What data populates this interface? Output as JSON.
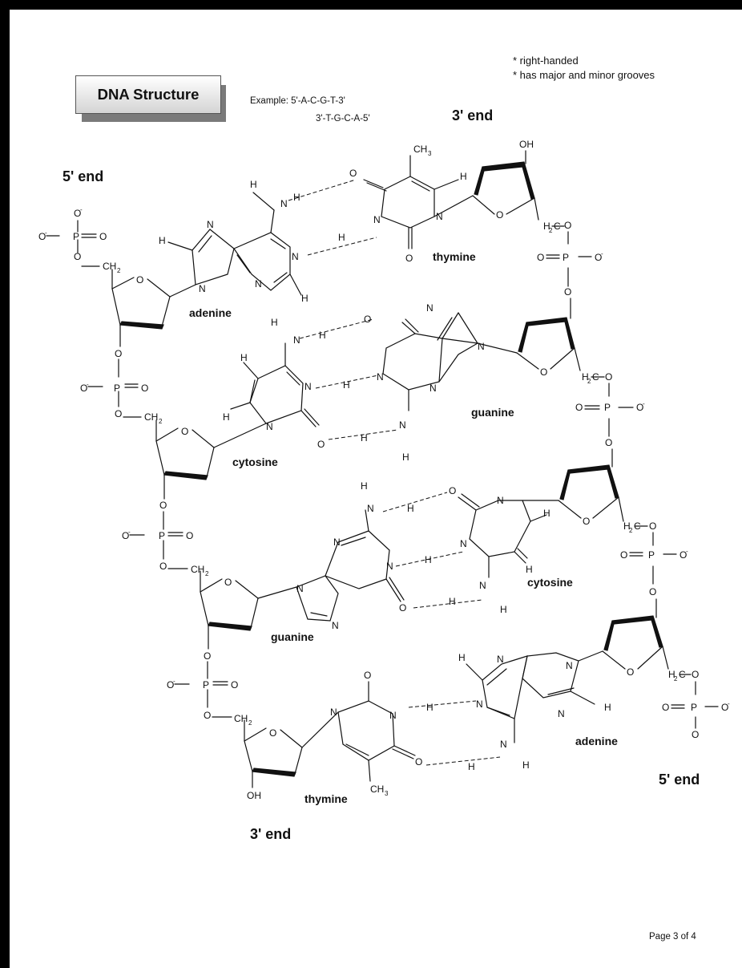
{
  "title": "DNA Structure",
  "example": {
    "prefix": "Example:",
    "strand1": "5'-A-C-G-T-3'",
    "strand2": "3'-T-G-C-A-5'"
  },
  "notes": [
    "* right-handed",
    "* has major and minor grooves"
  ],
  "ends": {
    "top_right": "3' end",
    "top_left": "5' end",
    "bottom_right": "5' end",
    "bottom_left": "3' end"
  },
  "bases": {
    "left": [
      "adenine",
      "cytosine",
      "guanine",
      "thymine"
    ],
    "right": [
      "thymine",
      "guanine",
      "cytosine",
      "adenine"
    ]
  },
  "page_number": "Page 3 of 4",
  "colors": {
    "frame": "#000000",
    "page": "#ffffff",
    "ink": "#111111"
  }
}
